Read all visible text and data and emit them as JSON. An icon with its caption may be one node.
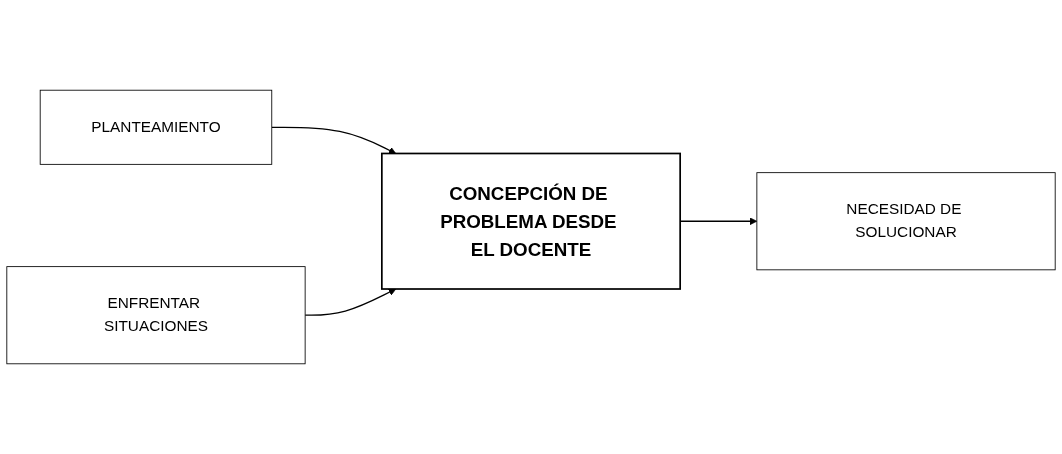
{
  "diagram": {
    "nodes": [
      {
        "text": [
          "PLANTEAMIENTO"
        ]
      },
      {
        "text": [
          "ENFRENTAR SITUACIONES"
        ]
      },
      {
        "text": [
          "CONCEPCIÓN DE PROBLEMA DESDE EL DOCENTE"
        ]
      },
      {
        "text": [
          "NECESIDAD DE SOLUCIONAR"
        ]
      }
    ],
    "edges": [
      {
        "from": 0,
        "to": 2,
        "arrow": "to"
      },
      {
        "from": 1,
        "to": 2,
        "arrow": "to"
      },
      {
        "from": 2,
        "to": 3,
        "arrow": "to"
      }
    ]
  }
}
